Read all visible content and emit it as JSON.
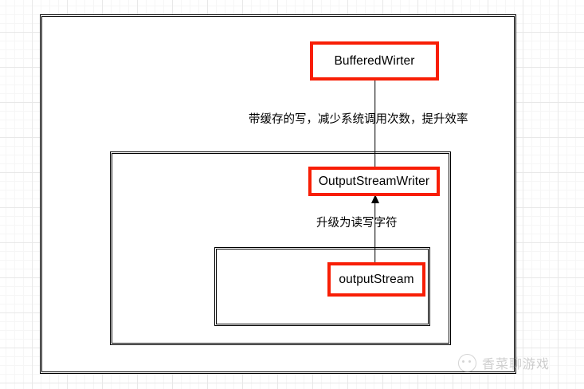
{
  "diagram": {
    "title": "Java output stream decorator diagram",
    "accent_color": "#f81e05",
    "line_color": "#000000",
    "boxes": [
      {
        "id": "buffered-writer",
        "label": "BufferedWirter"
      },
      {
        "id": "output-stream-writer",
        "label": "OutputStreamWriter"
      },
      {
        "id": "output-stream",
        "label": "outputStream"
      }
    ],
    "edges": [
      {
        "id": "output-stream-writer-to-buffered-writer",
        "label": "带缓存的写，减少系统调用次数，提升效率",
        "direction": "up"
      },
      {
        "id": "output-stream-to-output-stream-writer",
        "label": "升级为读写字符",
        "direction": "up"
      }
    ],
    "containers": [
      {
        "id": "outer",
        "label": ""
      },
      {
        "id": "middle",
        "label": ""
      },
      {
        "id": "inner",
        "label": ""
      }
    ]
  },
  "watermark": {
    "text": "香菜聊游戏",
    "icon": "avatar-icon"
  }
}
